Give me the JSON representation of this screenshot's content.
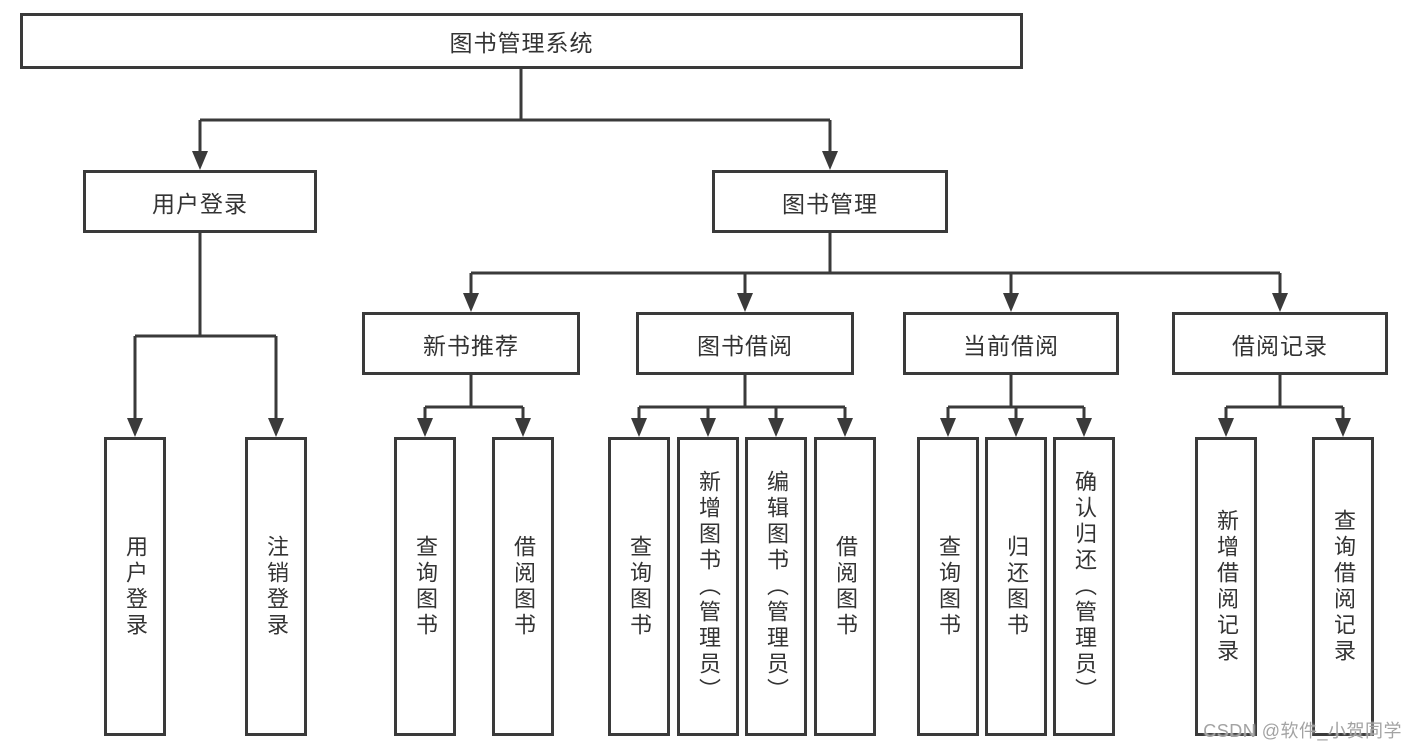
{
  "tree": {
    "root": {
      "label": "图书管理系统"
    },
    "login": {
      "label": "用户登录",
      "children": [
        {
          "label": "用户登录"
        },
        {
          "label": "注销登录"
        }
      ]
    },
    "mgmt": {
      "label": "图书管理"
    },
    "modules": [
      {
        "label": "新书推荐",
        "children": [
          {
            "label": "查询图书"
          },
          {
            "label": "借阅图书"
          }
        ]
      },
      {
        "label": "图书借阅",
        "children": [
          {
            "label": "查询图书"
          },
          {
            "label": "新增图书（管理员）"
          },
          {
            "label": "编辑图书（管理员）"
          },
          {
            "label": "借阅图书"
          }
        ]
      },
      {
        "label": "当前借阅",
        "children": [
          {
            "label": "查询图书"
          },
          {
            "label": "归还图书"
          },
          {
            "label": "确认归还（管理员）"
          }
        ]
      },
      {
        "label": "借阅记录",
        "children": [
          {
            "label": "新增借阅记录"
          },
          {
            "label": "查询借阅记录"
          }
        ]
      }
    ]
  },
  "watermark": "CSDN @软件_小贺同学",
  "colors": {
    "line": "#3a3a3a",
    "text": "#333333",
    "box_background": "#ffffff",
    "watermark": "#a3a3a3"
  }
}
